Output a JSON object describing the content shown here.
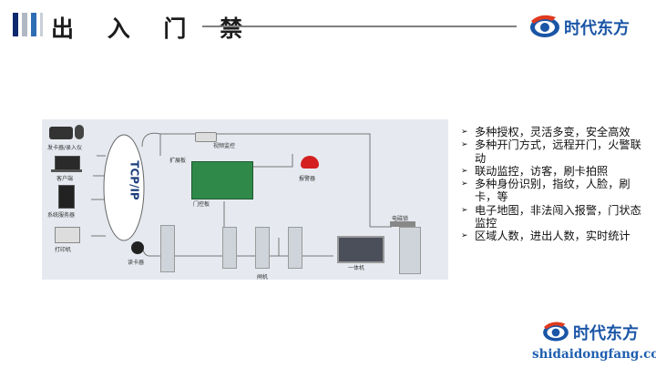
{
  "header": {
    "title": "出 入 门 禁",
    "accent_colors": [
      "#0e2a6e",
      "#b0b8c4",
      "#2e6db4",
      "#c9cfd8"
    ]
  },
  "brand": {
    "name": "时代东方",
    "website": "shidaidongfang.com",
    "brand_color": "#1a55a6",
    "accent_color": "#e03a1e"
  },
  "diagram": {
    "labels": {
      "card_reader": "发卡器/录入仪",
      "client": "客户端",
      "server": "系统服务器",
      "printer": "打印机",
      "network": "TCP/IP",
      "video": "视频监控",
      "expansion_board": "扩展板",
      "door_controller": "门控板",
      "alarm": "报警器",
      "reader": "读卡器",
      "gate": "闸机",
      "terminal": "一体机",
      "magnetic_lock": "电磁锁"
    }
  },
  "features": [
    "多种授权，灵活多变，安全高效",
    "多种开门方式，远程开门，火警联动",
    "联动监控，访客，刷卡拍照",
    "多种身份识别，指纹，人脸，刷卡，等",
    "电子地图，非法闯入报警，门状态监控",
    "区域人数，进出人数，实时统计"
  ]
}
